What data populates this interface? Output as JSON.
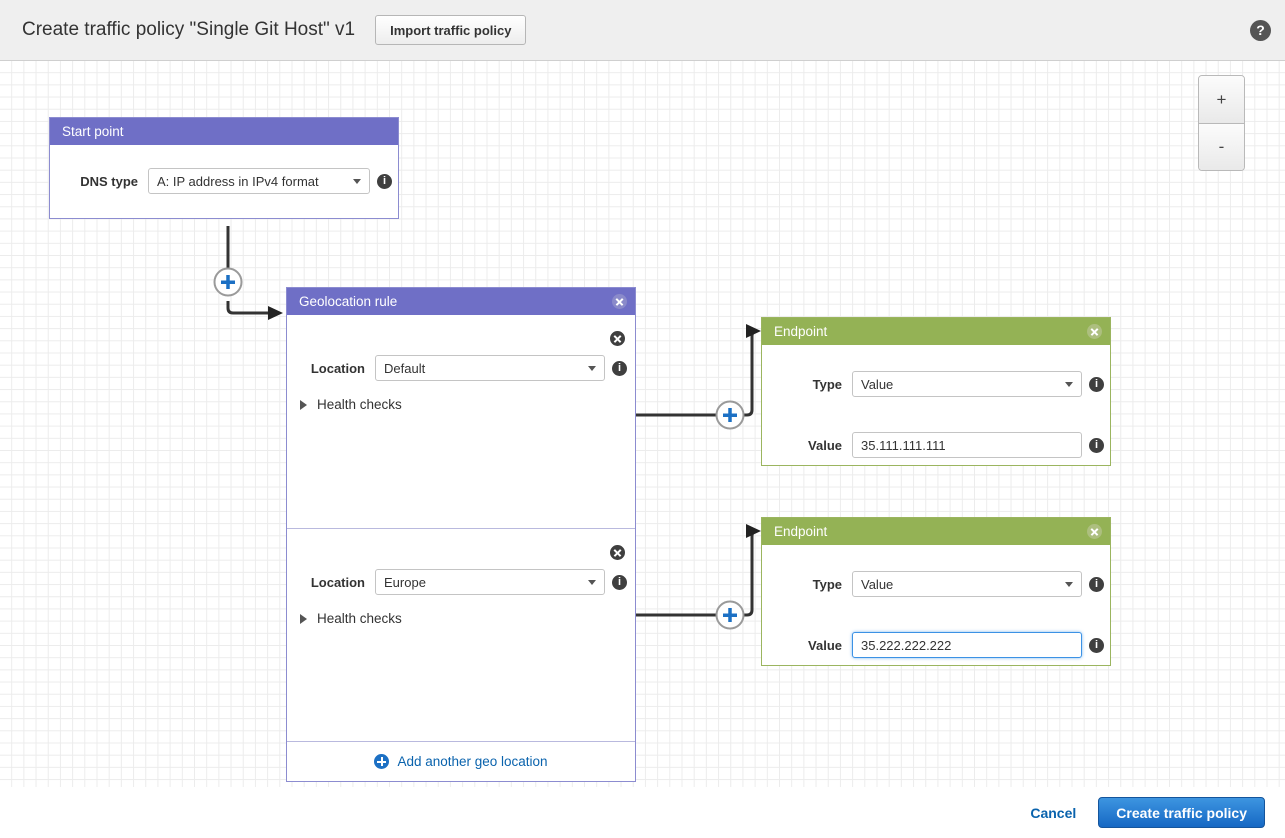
{
  "header": {
    "title": "Create traffic policy \"Single Git Host\" v1",
    "import_button": "Import traffic policy",
    "help_icon": "?"
  },
  "zoom_controls": {
    "zoom_in": "+",
    "zoom_out": "-"
  },
  "start_point": {
    "title": "Start point",
    "dns_type_label": "DNS type",
    "dns_type_value": "A: IP address in IPv4 format"
  },
  "geolocation_rule": {
    "title": "Geolocation rule",
    "locations": [
      {
        "label": "Location",
        "value": "Default",
        "health_checks_label": "Health checks"
      },
      {
        "label": "Location",
        "value": "Europe",
        "health_checks_label": "Health checks"
      }
    ],
    "add_location_label": "Add another geo location"
  },
  "endpoints": [
    {
      "title": "Endpoint",
      "type_label": "Type",
      "type_value": "Value",
      "value_label": "Value",
      "value": "35.111.111.111",
      "focused": false
    },
    {
      "title": "Endpoint",
      "type_label": "Type",
      "type_value": "Value",
      "value_label": "Value",
      "value": "35.222.222.222",
      "focused": true
    }
  ],
  "footer": {
    "cancel_label": "Cancel",
    "submit_label": "Create traffic policy"
  },
  "colors": {
    "rule_header": "#6f6fc6",
    "endpoint_header": "#94b255",
    "accent_link": "#0a63ad",
    "primary_button": "#1668c4",
    "focus_ring": "#3c92e5"
  }
}
